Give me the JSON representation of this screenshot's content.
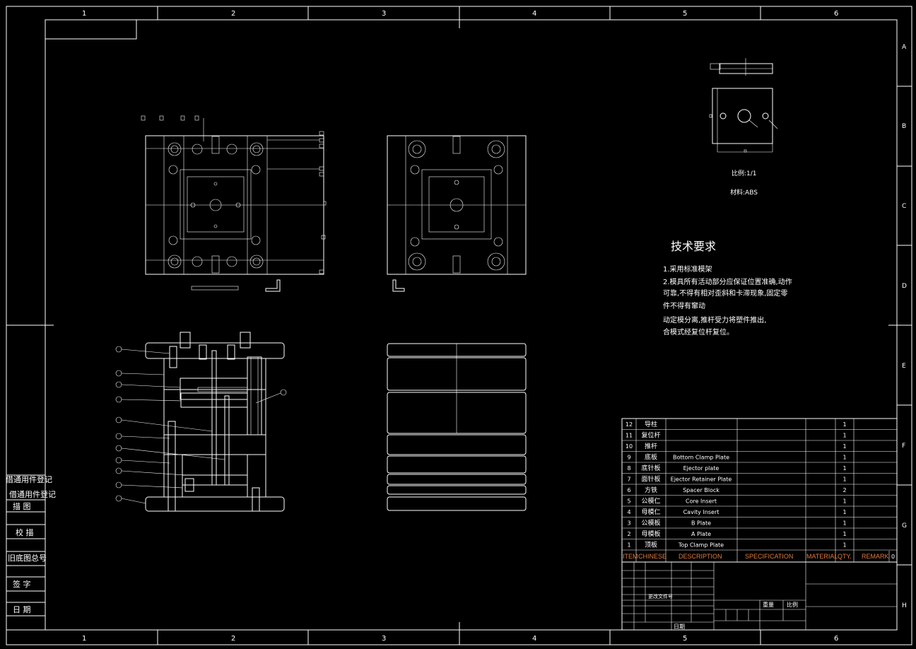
{
  "border": {
    "cols_top": [
      "1",
      "2",
      "3",
      "4",
      "5",
      "6"
    ],
    "cols_bottom": [
      "1",
      "2",
      "3",
      "4",
      "5",
      "6"
    ],
    "rows": [
      "A",
      "B",
      "C",
      "D",
      "E",
      "F",
      "G",
      "H"
    ]
  },
  "side_block": {
    "title_1": "借通用件登记",
    "title_2": "借通用件登记",
    "cells": [
      "描  图",
      "校  描",
      "旧底图总号",
      "签  字",
      "日  期"
    ]
  },
  "part_view": {
    "scale": "比例:1/1",
    "material": "材料:ABS"
  },
  "technical_requirements": {
    "title": "技术要求",
    "items": [
      "1.采用标准模架",
      "2.模具所有活动部分应保证位置准确,动作",
      "可靠,不得有相对歪斜和卡滞现象,固定零",
      "件不得有窜动",
      "动定模分离,推杆受力将塑件推出,",
      "合模式经复位杆复位。"
    ]
  },
  "bom": {
    "headers": [
      "ITEM",
      "CHINESE",
      "DESCRIPTION",
      "SPECIFICATION",
      "MATERIAL",
      "QTY.",
      "REMARK",
      "0"
    ],
    "rows": [
      {
        "item": "12",
        "cn": "导柱",
        "desc": "",
        "qty": "1"
      },
      {
        "item": "11",
        "cn": "复位杆",
        "desc": "",
        "qty": "1"
      },
      {
        "item": "10",
        "cn": "推杆",
        "desc": "",
        "qty": "1"
      },
      {
        "item": "9",
        "cn": "底板",
        "desc": "Bottom Clamp Plate",
        "qty": "1"
      },
      {
        "item": "8",
        "cn": "底针板",
        "desc": "Ejector plate",
        "qty": "1"
      },
      {
        "item": "7",
        "cn": "面针板",
        "desc": "Ejector Retainer Plate",
        "qty": "1"
      },
      {
        "item": "6",
        "cn": "方铁",
        "desc": "Spacer Block",
        "qty": "2"
      },
      {
        "item": "5",
        "cn": "公模仁",
        "desc": "Core Insert",
        "qty": "1"
      },
      {
        "item": "4",
        "cn": "母模仁",
        "desc": "Cavity Insert",
        "qty": "1"
      },
      {
        "item": "3",
        "cn": "公模板",
        "desc": "B Plate",
        "qty": "1"
      },
      {
        "item": "2",
        "cn": "母模板",
        "desc": "A Plate",
        "qty": "1"
      },
      {
        "item": "1",
        "cn": "顶板",
        "desc": "Top Clamp Plate",
        "qty": "1"
      }
    ]
  },
  "title_block": {
    "change_doc": "更改文件号",
    "weight": "重量",
    "ratio": "比例",
    "date": "日期"
  },
  "colors": {
    "background": "#000000",
    "line": "#ffffff",
    "header_text": "#e07a3a"
  }
}
